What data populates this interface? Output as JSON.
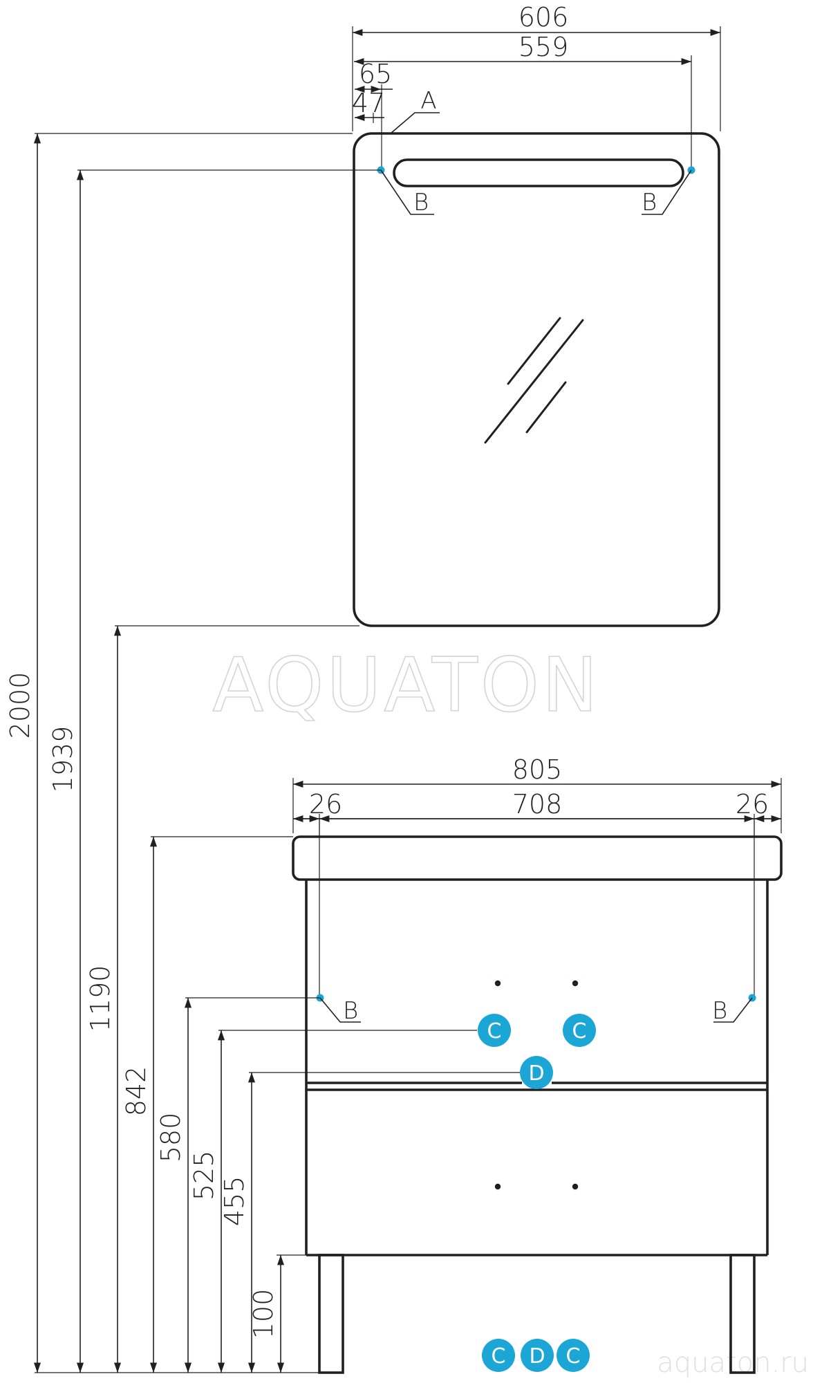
{
  "colors": {
    "line": "#231f20",
    "marker": "#1ba6d6",
    "watermark": "#d4d4d4",
    "background": "#ffffff"
  },
  "watermark": {
    "brand": "AQUATON",
    "site": "aquaton.ru"
  },
  "dimensions": {
    "mirror_width": "606",
    "mirror_mount_spacing": "559",
    "mirror_offset_65": "65",
    "mirror_offset_47": "47",
    "total_height": "2000",
    "mirror_mount_height": "1939",
    "mirror_bottom_height": "1190",
    "vanity_top_height": "842",
    "vanity_width": "805",
    "vanity_side_left": "26",
    "vanity_inner_width": "708",
    "vanity_side_right": "26",
    "mount_b_height": "580",
    "connection_c_height": "525",
    "drain_d_height": "455",
    "leg_height": "100"
  },
  "labels": {
    "a": "A",
    "b": "B",
    "c": "C",
    "d": "D"
  }
}
